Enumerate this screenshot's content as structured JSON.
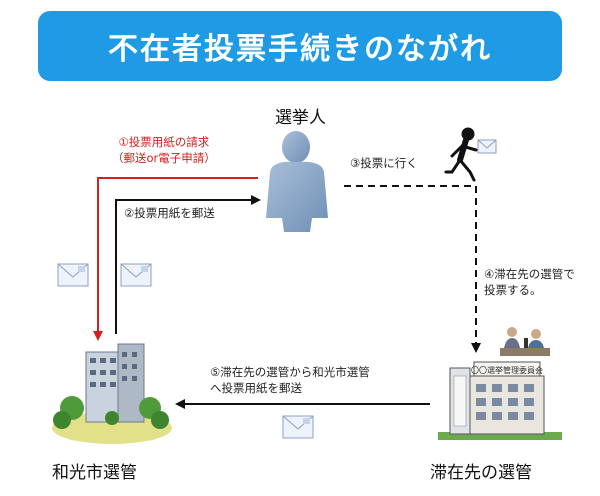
{
  "title": "不在者投票手続きのながれ",
  "nodes": {
    "voter": "選挙人",
    "wako": "和光市選管",
    "stay": "滞在先の選管"
  },
  "steps": {
    "step1_line1": "①投票用紙の請求",
    "step1_line2": "（郵送or電子申請）",
    "step2": "②投票用紙を郵送",
    "step3": "③投票に行く",
    "step4_line1": "④滞在先の選管で",
    "step4_line2": "投票する。",
    "step5_line1": "⑤滞在先の選管から和光市選管",
    "step5_line2": "へ投票用紙を郵送"
  },
  "colors": {
    "banner": "#1e9be4",
    "request_arrow": "#d62020",
    "arrow": "#111111"
  },
  "building_sign": "〇〇選挙管理委員会"
}
